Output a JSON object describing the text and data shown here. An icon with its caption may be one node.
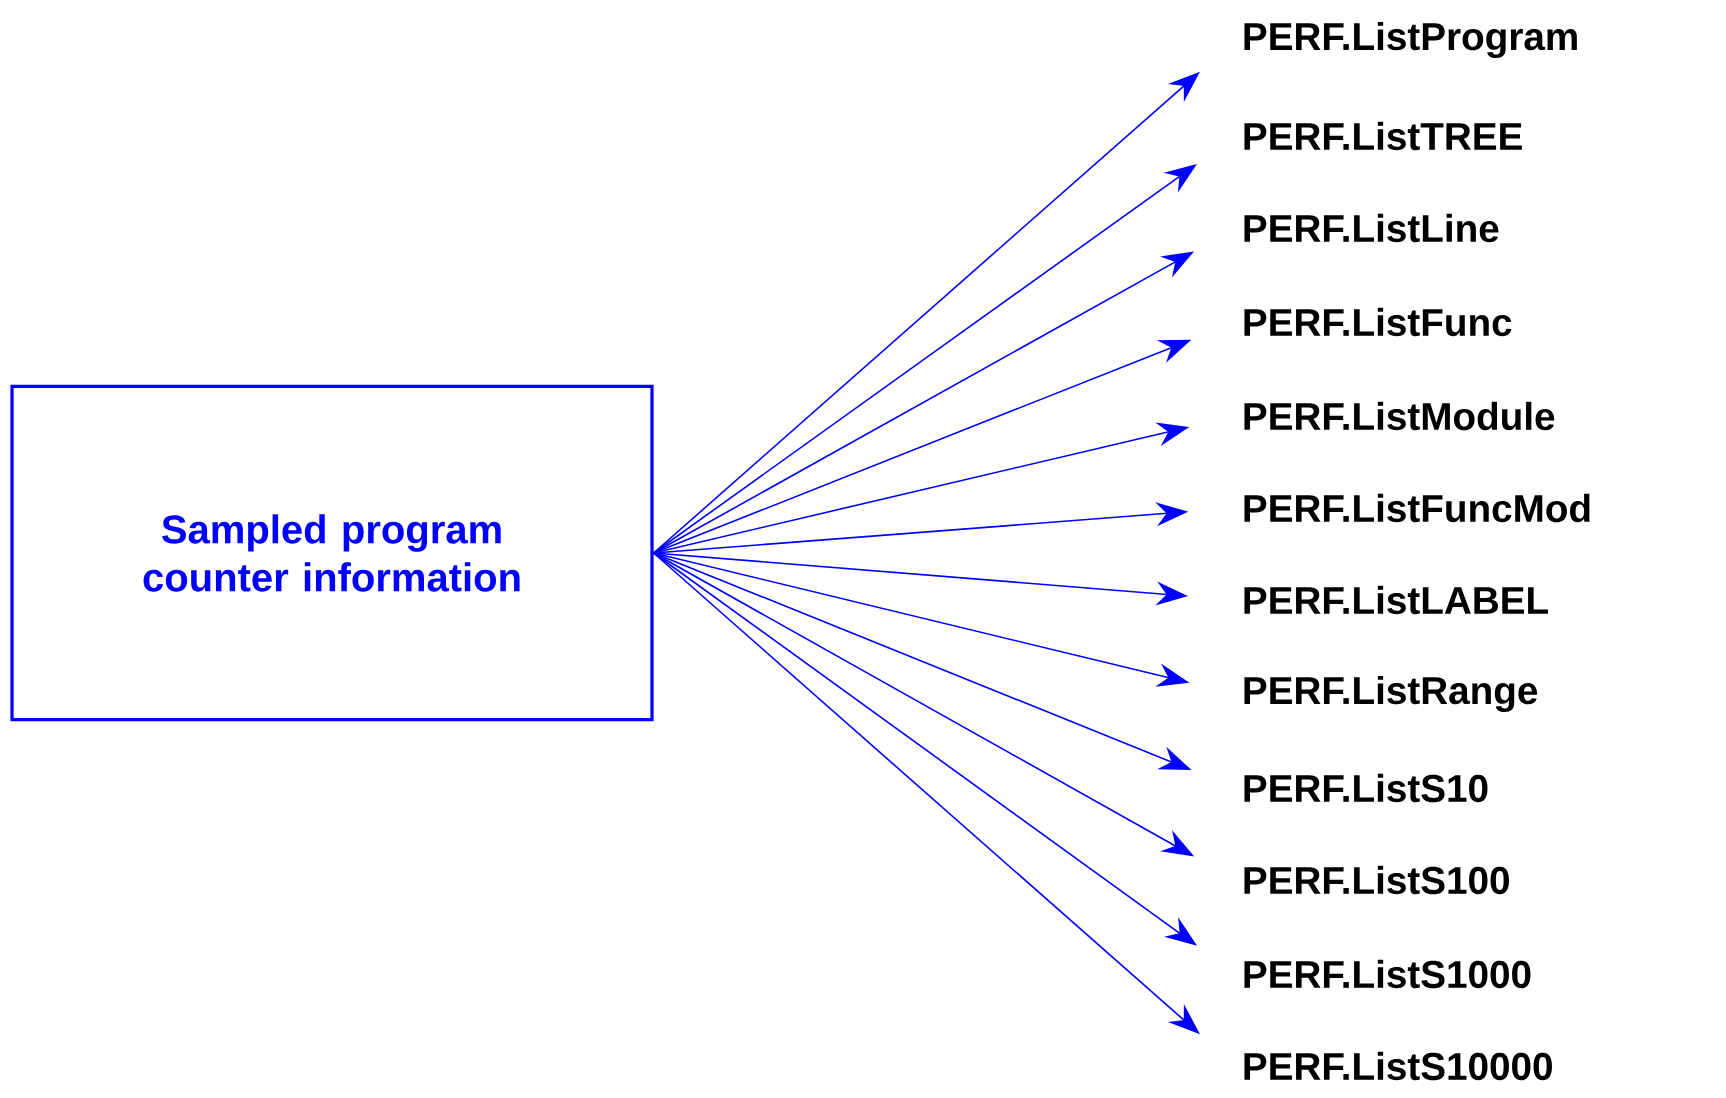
{
  "diagram": {
    "nodes": [
      {
        "text": [
          "Sampled program counter information"
        ]
      },
      {
        "text": [
          "PERF.ListProgram"
        ]
      },
      {
        "text": [
          "PERF.ListTREE"
        ]
      },
      {
        "text": [
          "PERF.ListLine"
        ]
      },
      {
        "text": [
          "PERF.ListFunc"
        ]
      },
      {
        "text": [
          "PERF.ListModule"
        ]
      },
      {
        "text": [
          "PERF.ListFuncMod"
        ]
      },
      {
        "text": [
          "PERF.ListLABEL"
        ]
      },
      {
        "text": [
          "PERF.ListRange"
        ]
      },
      {
        "text": [
          "PERF.ListS10"
        ]
      },
      {
        "text": [
          "PERF.ListS100"
        ]
      },
      {
        "text": [
          "PERF.ListS1000"
        ]
      },
      {
        "text": [
          "PERF.ListS10000"
        ]
      }
    ],
    "edges": [
      {
        "from": 0,
        "to": 1,
        "arrow": "to"
      },
      {
        "from": 0,
        "to": 2,
        "arrow": "to"
      },
      {
        "from": 0,
        "to": 3,
        "arrow": "to"
      },
      {
        "from": 0,
        "to": 4,
        "arrow": "to"
      },
      {
        "from": 0,
        "to": 5,
        "arrow": "to"
      },
      {
        "from": 0,
        "to": 6,
        "arrow": "to"
      },
      {
        "from": 0,
        "to": 7,
        "arrow": "to"
      },
      {
        "from": 0,
        "to": 8,
        "arrow": "to"
      },
      {
        "from": 0,
        "to": 9,
        "arrow": "to"
      },
      {
        "from": 0,
        "to": 10,
        "arrow": "to"
      },
      {
        "from": 0,
        "to": 11,
        "arrow": "to"
      },
      {
        "from": 0,
        "to": 12,
        "arrow": "to"
      }
    ]
  }
}
